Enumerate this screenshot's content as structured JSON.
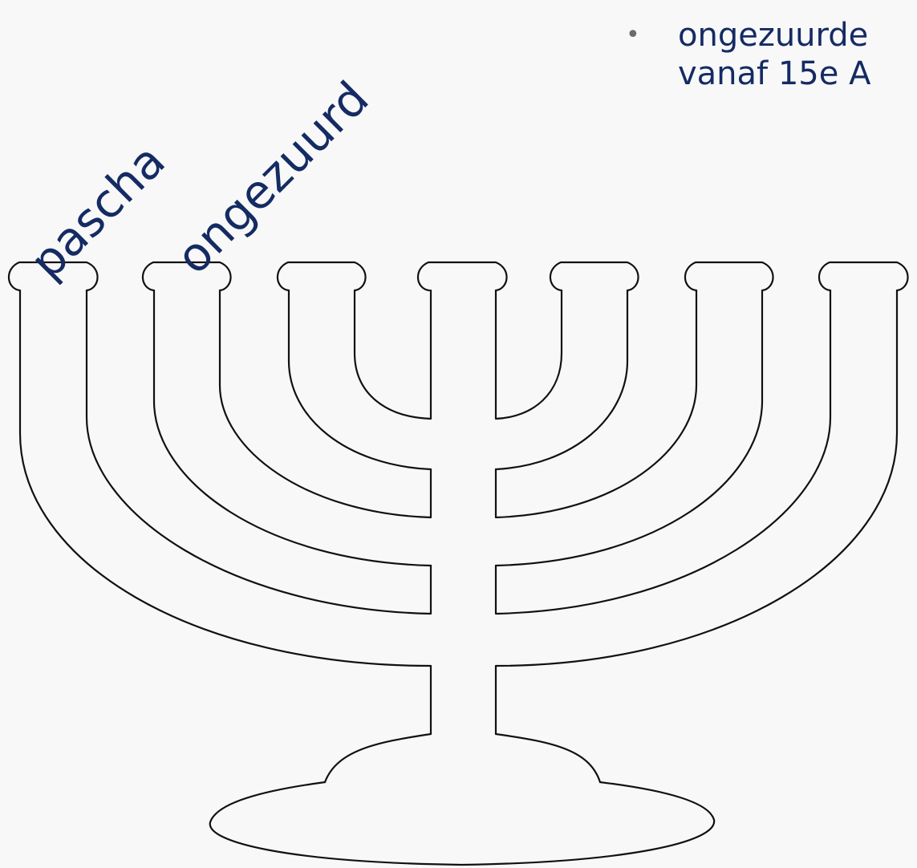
{
  "labels": {
    "branch_1": "pascha",
    "branch_2": "ongezuurd"
  },
  "bullet": {
    "marker": "•",
    "line_1": "ongezuurde",
    "line_2": "vanaf 15e A"
  },
  "colors": {
    "text": "#142b63",
    "outline": "#111111",
    "background": "#f8f8f8"
  },
  "icon": "menorah-outline"
}
